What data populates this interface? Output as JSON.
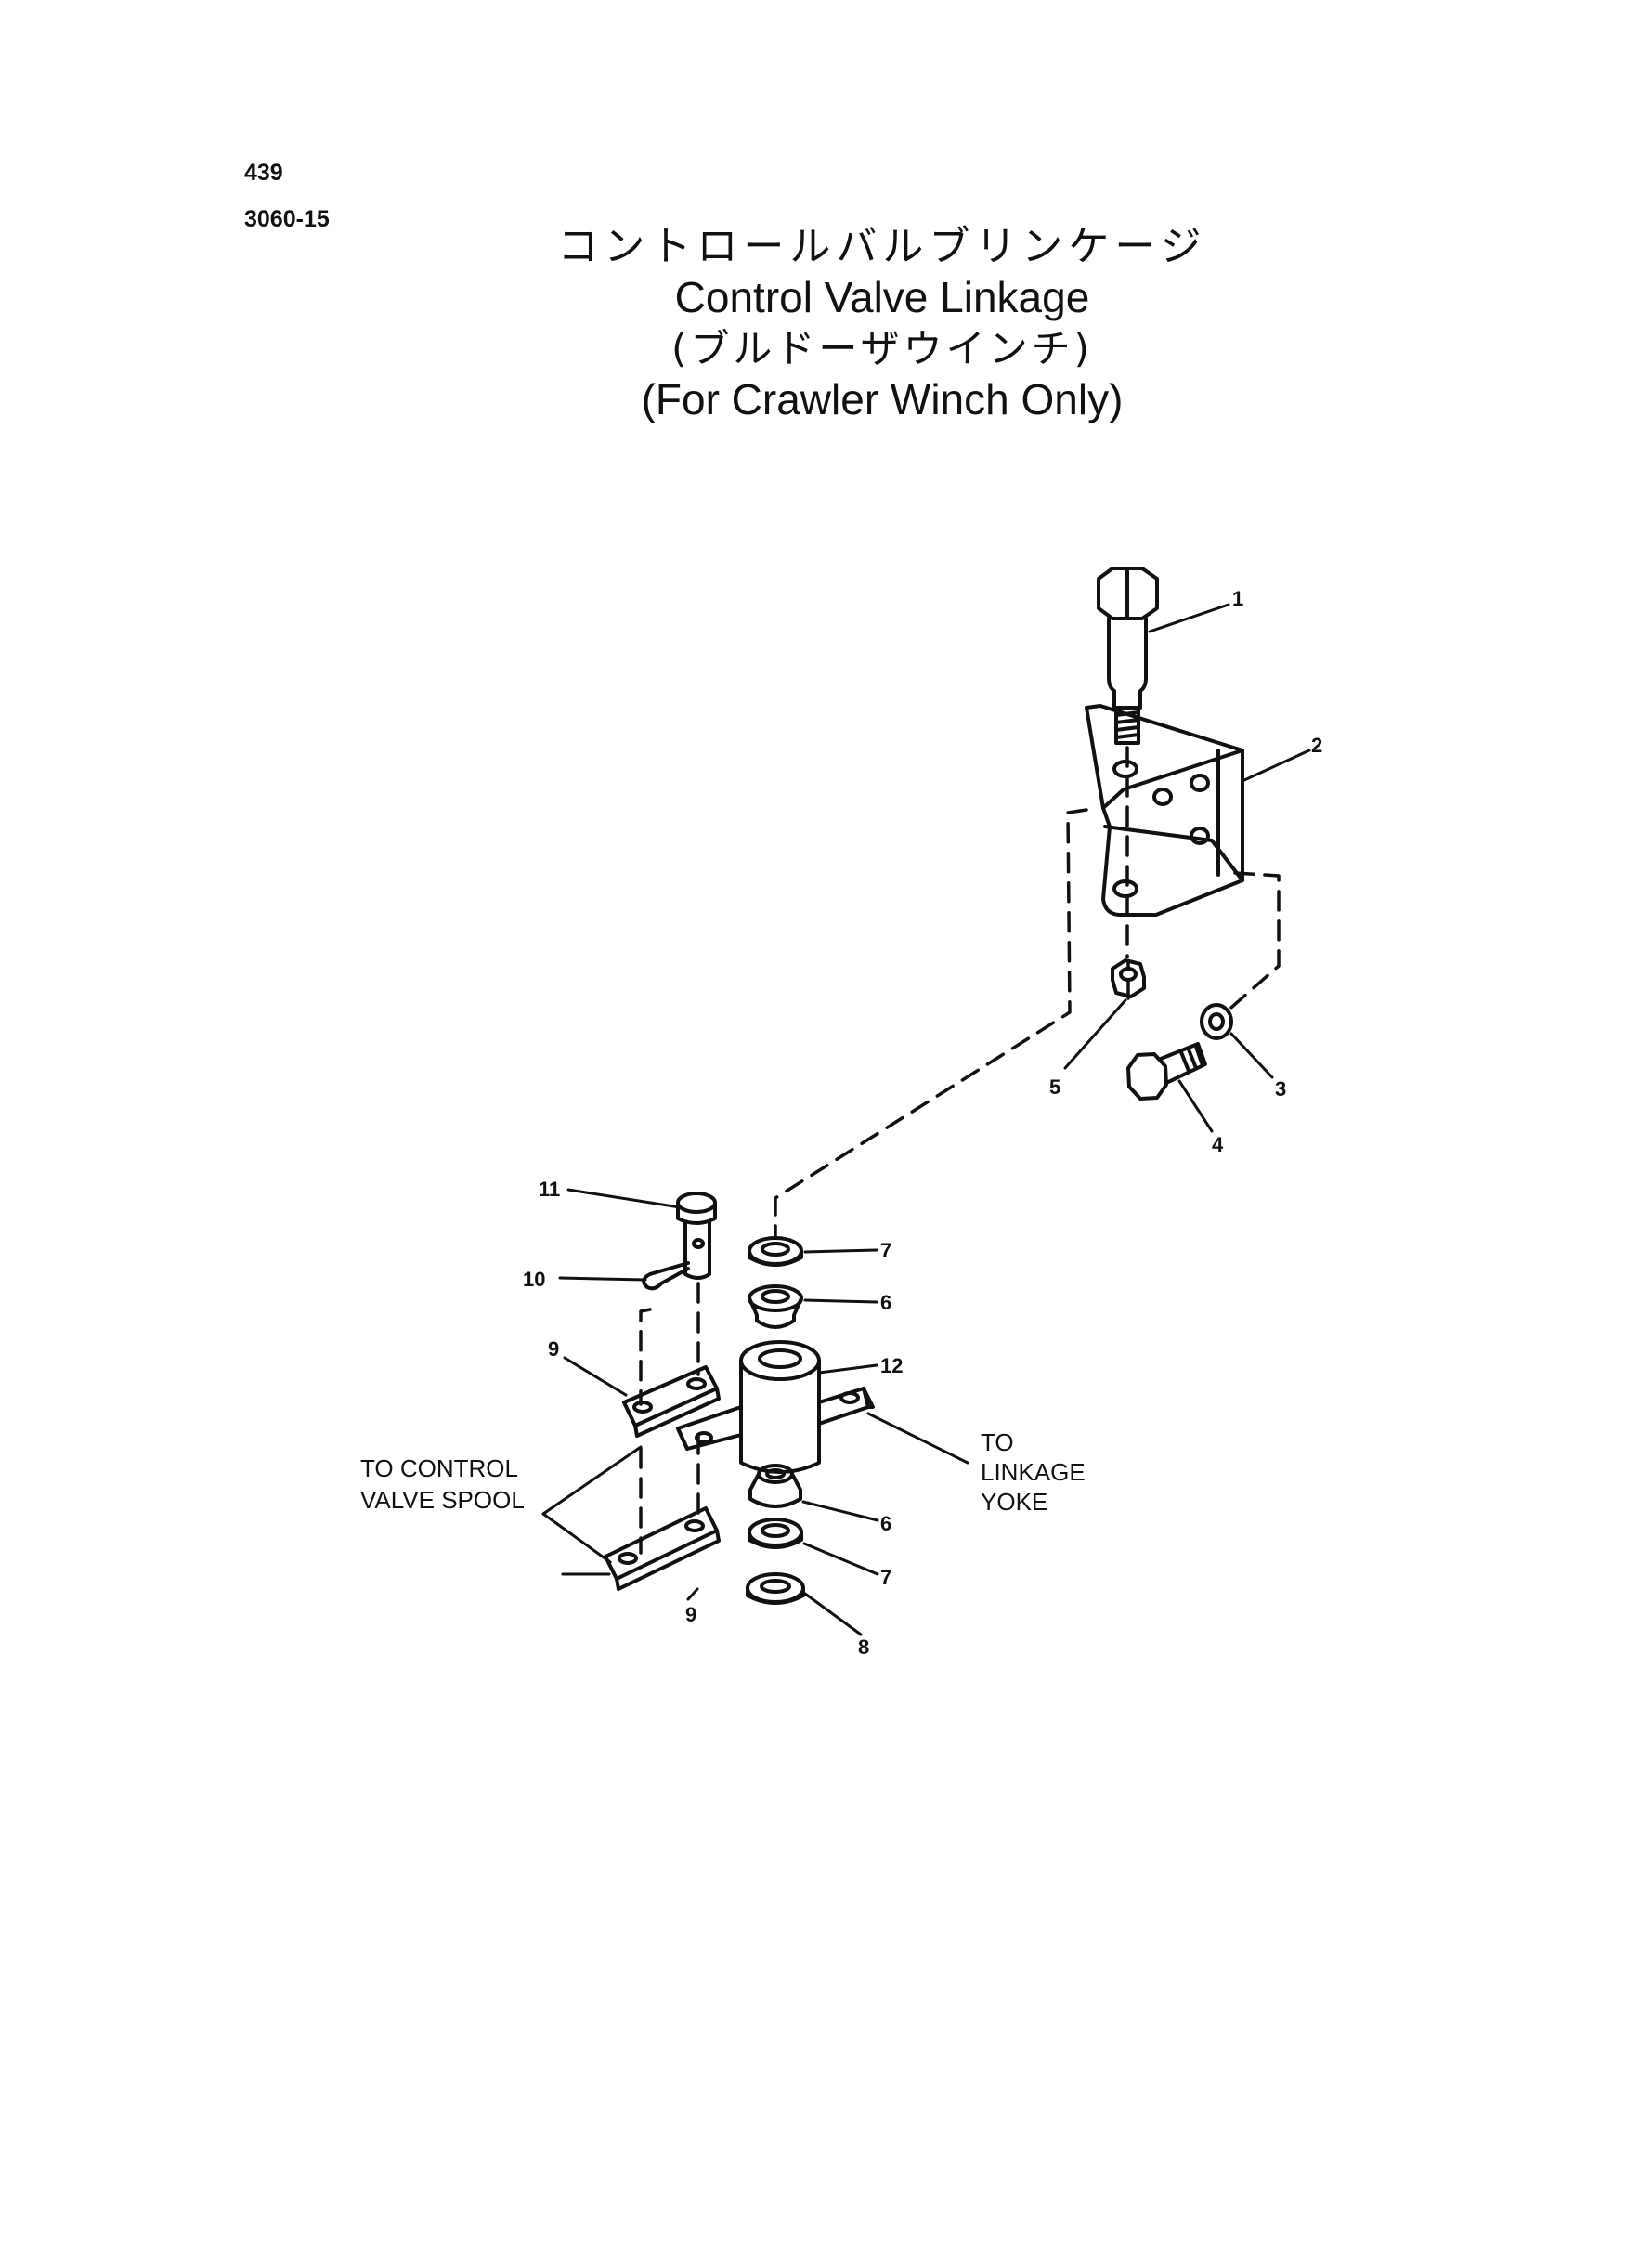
{
  "header": {
    "page_number": "439",
    "reference": "3060-15"
  },
  "titles": {
    "japanese": "コントロールバルブリンケージ",
    "english": "Control Valve Linkage",
    "japanese_sub": "(ブルドーザウインチ)",
    "english_sub": "(For Crawler Winch Only)"
  },
  "callouts": {
    "c1": "1",
    "c2": "2",
    "c3": "3",
    "c4": "4",
    "c5": "5",
    "c6a": "6",
    "c6b": "6",
    "c7a": "7",
    "c7b": "7",
    "c8": "8",
    "c9a": "9",
    "c9b": "9",
    "c10": "10",
    "c11": "11",
    "c12": "12"
  },
  "notes": {
    "control_valve_line1": "TO CONTROL",
    "control_valve_line2": "VALVE SPOOL",
    "linkage_line1": "TO",
    "linkage_line2": "LINKAGE",
    "linkage_line3": "YOKE"
  }
}
